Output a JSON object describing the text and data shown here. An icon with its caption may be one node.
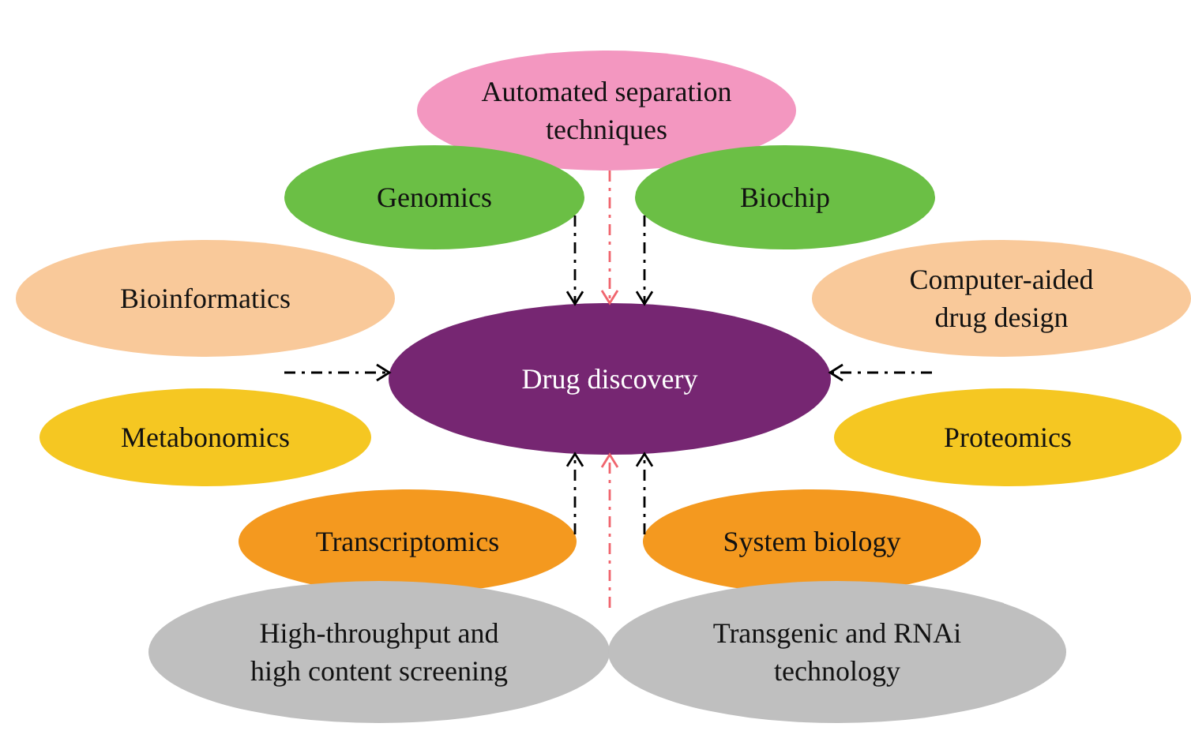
{
  "diagram": {
    "nodes": [
      {
        "text": [
          "Automated separation techniques"
        ]
      },
      {
        "text": [
          "Genomics"
        ]
      },
      {
        "text": [
          "Biochip"
        ]
      },
      {
        "text": [
          "Bioinformatics"
        ]
      },
      {
        "text": [
          "Computer-aided drug design"
        ]
      },
      {
        "text": [
          "Drug discovery"
        ]
      },
      {
        "text": [
          "Metabonomics"
        ]
      },
      {
        "text": [
          "Proteomics"
        ]
      },
      {
        "text": [
          "Transcriptomics"
        ]
      },
      {
        "text": [
          "System biology"
        ]
      },
      {
        "text": [
          "High-throughput and high content screening"
        ]
      },
      {
        "text": [
          "Transgenic and RNAi technology"
        ]
      }
    ],
    "edges": [
      {
        "from": 0,
        "to": 5,
        "arrow": "to",
        "style": "dashed",
        "color": "#f0656e"
      },
      {
        "from": 1,
        "to": 5,
        "arrow": "to",
        "style": "dashed"
      },
      {
        "from": 2,
        "to": 5,
        "arrow": "to",
        "style": "dashed"
      },
      {
        "from": null,
        "to": 5,
        "arrow": "to",
        "style": "dashed"
      },
      {
        "from": null,
        "to": 5,
        "arrow": "to",
        "style": "dashed"
      },
      {
        "from": 8,
        "to": 5,
        "arrow": "to",
        "style": "dashed"
      },
      {
        "from": 9,
        "to": 5,
        "arrow": "to",
        "style": "dashed"
      },
      {
        "from": null,
        "to": 5,
        "arrow": "to",
        "style": "dashed",
        "color": "#f0656e"
      }
    ]
  }
}
